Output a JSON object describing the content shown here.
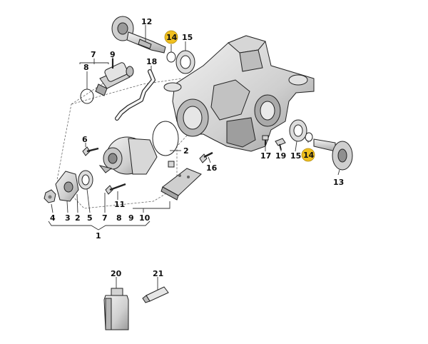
{
  "diagram": {
    "colors": {
      "highlight": "#f0c020",
      "metal_light": "#e4e4e4",
      "metal_mid": "#c8c8c8",
      "metal_dark": "#8c8c8c",
      "line": "#222222"
    },
    "labels": {
      "p1": "1",
      "p2": "2",
      "p2b": "2",
      "p3": "3",
      "p4": "4",
      "p5": "5",
      "p6": "6",
      "p7": "7",
      "p7b": "7",
      "p8": "8",
      "p8b": "8",
      "p9": "9",
      "p9b": "9",
      "p10": "10",
      "p11": "11",
      "p12": "12",
      "p13": "13",
      "p14a": "14",
      "p14b": "14",
      "p15a": "15",
      "p15b": "15",
      "p16": "16",
      "p17": "17",
      "p18": "18",
      "p19": "19",
      "p20": "20",
      "p21": "21"
    }
  }
}
